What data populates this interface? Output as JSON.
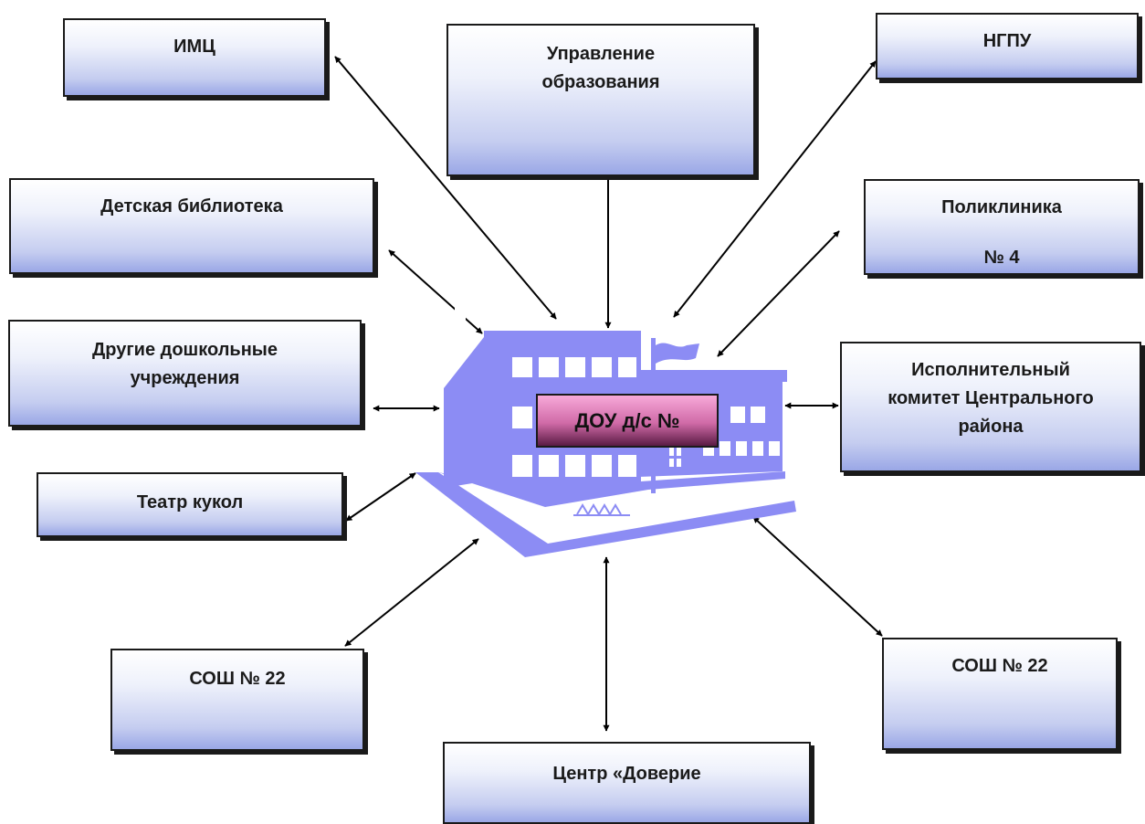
{
  "center": {
    "label": "ДОУ д/с №"
  },
  "nodes": {
    "imc": "ИМЦ",
    "education_department": [
      "Управление",
      "образования"
    ],
    "ngpu": "НГПУ",
    "childrens_library": "Детская библиотека",
    "polyclinic": [
      "Поликлиника",
      "",
      "№ 4"
    ],
    "other_preschools": [
      "Другие дошкольные",
      "учреждения"
    ],
    "executive_committee": [
      "Исполнительный",
      "комитет Центрального",
      "района"
    ],
    "puppet_theatre": "Театр кукол",
    "school_left": "СОШ № 22",
    "school_right": "СОШ № 22",
    "trust_center": "Центр «Доверие"
  },
  "colors": {
    "box_gradient_top": "#ffffff",
    "box_gradient_bottom": "#9aa7e6",
    "building": "#8c8cf4",
    "center_box_top": "#f7a9d9",
    "center_box_bottom": "#5a1b44",
    "arrow": "#000000"
  }
}
